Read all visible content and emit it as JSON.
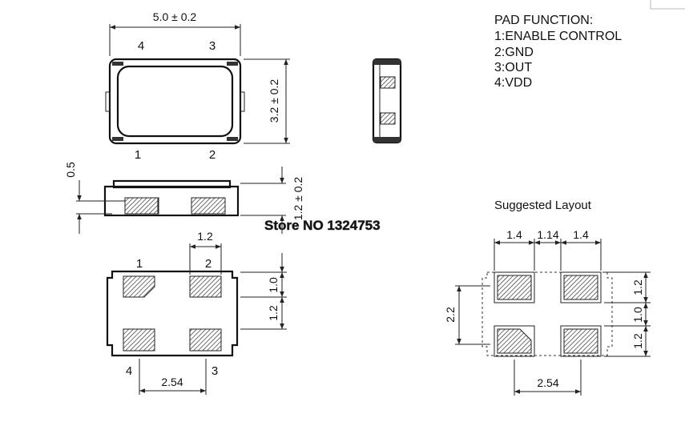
{
  "top_view": {
    "width_dim": "5.0 ± 0.2",
    "height_dim": "3.2 ± 0.2",
    "pin_4": "4",
    "pin_3": "3",
    "pin_1": "1",
    "pin_2": "2"
  },
  "side_view": {
    "pad_offset_dim": "0.5",
    "thickness_dim": "1.2 ± 0.2"
  },
  "bottom_view": {
    "pad_width_dim": "1.2",
    "pad_height_dim": "1.0",
    "pad_gap_dim": "1.2",
    "pitch_dim": "2.54",
    "pin_1": "1",
    "pin_2": "2",
    "pin_4": "4",
    "pin_3": "3"
  },
  "pad_function": {
    "title": "PAD FUNCTION:",
    "items": [
      "1:ENABLE CONTROL",
      "2:GND",
      "3:OUT",
      "4:VDD"
    ]
  },
  "suggested_layout": {
    "title": "Suggested Layout",
    "dim_pad_left": "1.4",
    "dim_gap": "1.14",
    "dim_pad_right": "1.4",
    "dim_total_height": "2.2",
    "dim_pad_top": "1.2",
    "dim_center": "1.0",
    "dim_pad_bottom": "1.2",
    "dim_pitch": "2.54"
  },
  "watermark": "Store NO 1324753"
}
